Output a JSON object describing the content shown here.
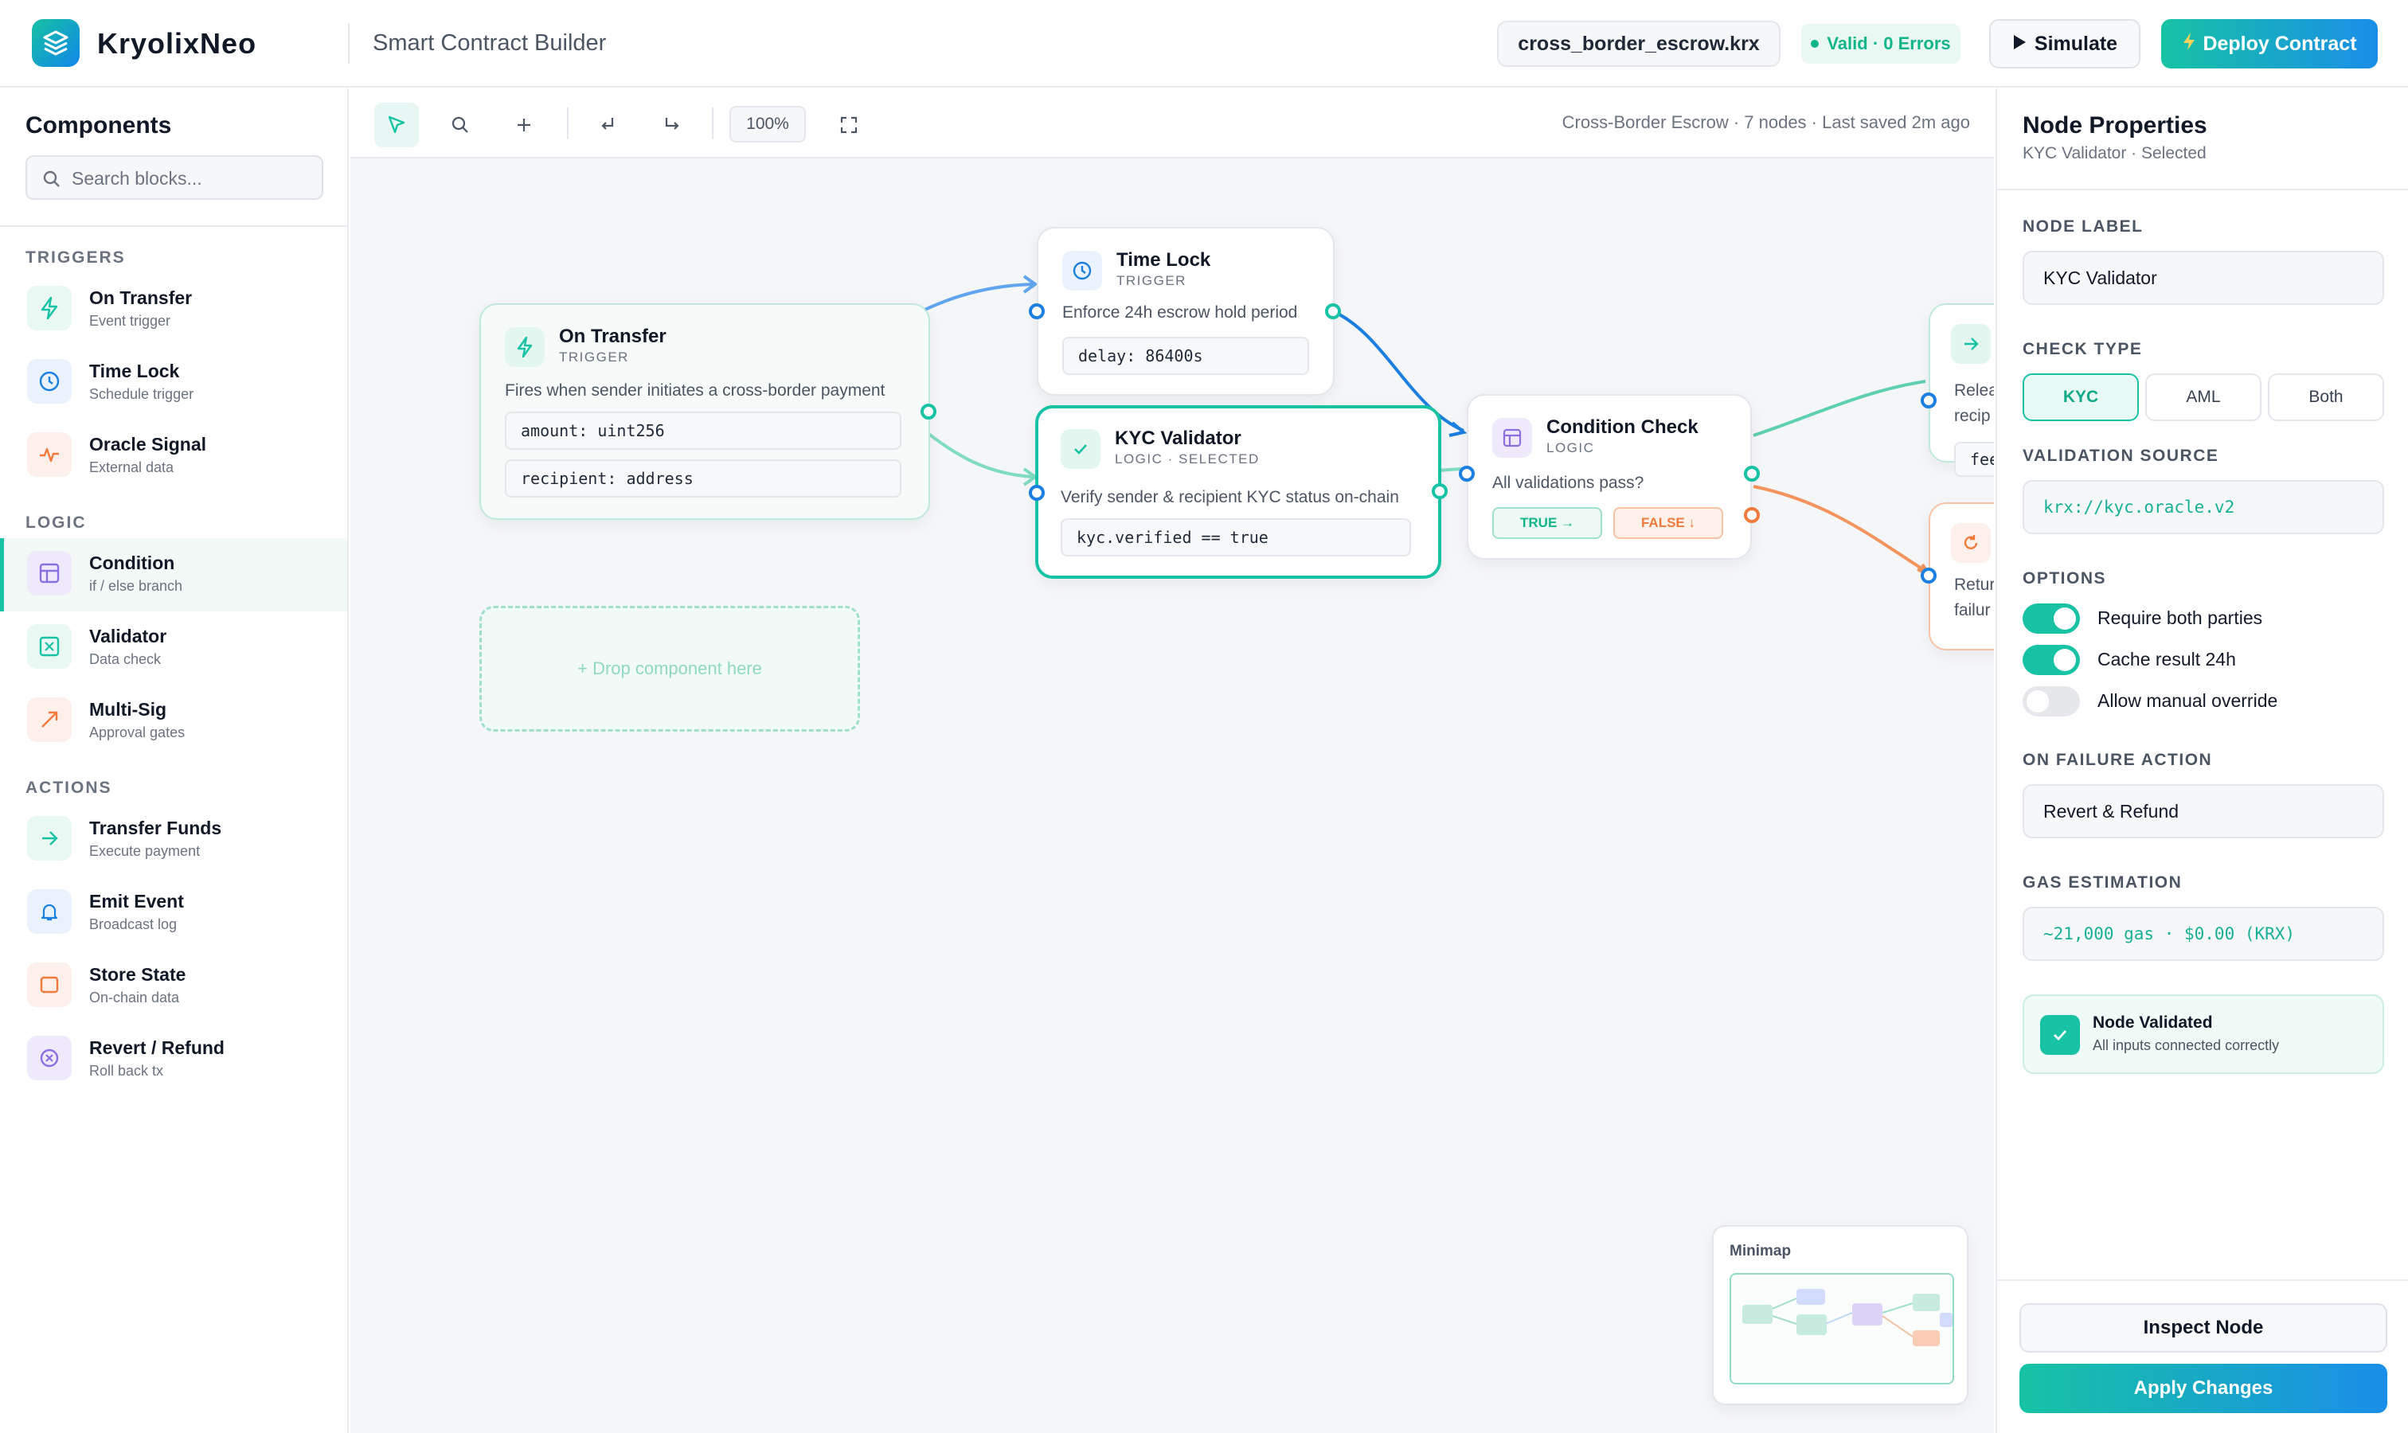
{
  "header": {
    "brand": "KryolixNeo",
    "app_title": "Smart Contract Builder",
    "file_name": "cross_border_escrow.krx",
    "status": "Valid · 0 Errors",
    "simulate_label": "Simulate",
    "deploy_label": "Deploy Contract"
  },
  "sidebar": {
    "title": "Components",
    "search_placeholder": "Search blocks...",
    "sections": [
      {
        "label": "TRIGGERS",
        "items": [
          {
            "label": "On Transfer",
            "sub": "Event trigger",
            "icon": "bolt-icon"
          },
          {
            "label": "Time Lock",
            "sub": "Schedule trigger",
            "icon": "clock-icon"
          },
          {
            "label": "Oracle Signal",
            "sub": "External data",
            "icon": "pulse-icon"
          }
        ]
      },
      {
        "label": "LOGIC",
        "items": [
          {
            "label": "Condition",
            "sub": "if / else branch",
            "icon": "table-icon",
            "active": true
          },
          {
            "label": "Validator",
            "sub": "Data check",
            "icon": "check-square-icon"
          },
          {
            "label": "Multi-Sig",
            "sub": "Approval gates",
            "icon": "arrow-diagonal-icon"
          }
        ]
      },
      {
        "label": "ACTIONS",
        "items": [
          {
            "label": "Transfer Funds",
            "sub": "Execute payment",
            "icon": "arrow-right-icon"
          },
          {
            "label": "Emit Event",
            "sub": "Broadcast log",
            "icon": "bell-icon"
          },
          {
            "label": "Store State",
            "sub": "On-chain data",
            "icon": "square-icon"
          },
          {
            "label": "Revert / Refund",
            "sub": "Roll back tx",
            "icon": "x-circle-icon"
          }
        ]
      }
    ]
  },
  "canvas": {
    "zoom": "100%",
    "info": "Cross-Border Escrow · 7 nodes · Last saved 2m ago",
    "drop_zone": "+ Drop component here",
    "minimap_title": "Minimap",
    "nodes": {
      "on_transfer": {
        "title": "On Transfer",
        "sub": "TRIGGER",
        "desc": "Fires when sender initiates a cross-border payment",
        "code1": "amount: uint256",
        "code2": "recipient: address"
      },
      "time_lock": {
        "title": "Time Lock",
        "sub": "TRIGGER",
        "desc": "Enforce 24h escrow hold period",
        "code": "delay: 86400s"
      },
      "kyc": {
        "title": "KYC Validator",
        "sub": "LOGIC · SELECTED",
        "desc": "Verify sender & recipient KYC status on-chain",
        "code": "kyc.verified == true"
      },
      "condition": {
        "title": "Condition Check",
        "sub": "LOGIC",
        "desc": "All validations pass?",
        "true_label": "TRUE →",
        "false_label": "FALSE ↓"
      },
      "release": {
        "line1": "Relea",
        "line2": "recip",
        "code": "fee"
      },
      "return": {
        "line1": "Retur",
        "line2": "failur"
      }
    }
  },
  "panel": {
    "title": "Node Properties",
    "subtitle": "KYC Validator · Selected",
    "node_label_heading": "NODE LABEL",
    "node_label_value": "KYC Validator",
    "check_type_heading": "CHECK TYPE",
    "check_types": [
      "KYC",
      "AML",
      "Both"
    ],
    "check_type_selected": "KYC",
    "validation_source_heading": "VALIDATION SOURCE",
    "validation_source_value": "krx://kyc.oracle.v2",
    "options_heading": "OPTIONS",
    "options": [
      {
        "label": "Require both parties",
        "on": true
      },
      {
        "label": "Cache result 24h",
        "on": true
      },
      {
        "label": "Allow manual override",
        "on": false
      }
    ],
    "failure_heading": "ON FAILURE ACTION",
    "failure_value": "Revert & Refund",
    "gas_heading": "GAS ESTIMATION",
    "gas_value": "~21,000 gas · $0.00 (KRX)",
    "validated_title": "Node Validated",
    "validated_sub": "All inputs connected correctly",
    "inspect_label": "Inspect Node",
    "apply_label": "Apply Changes"
  },
  "colors": {
    "accent": "#17c3a4",
    "blue": "#1a7fe0",
    "orange": "#f07a3c",
    "purple": "#8b6fe0"
  }
}
